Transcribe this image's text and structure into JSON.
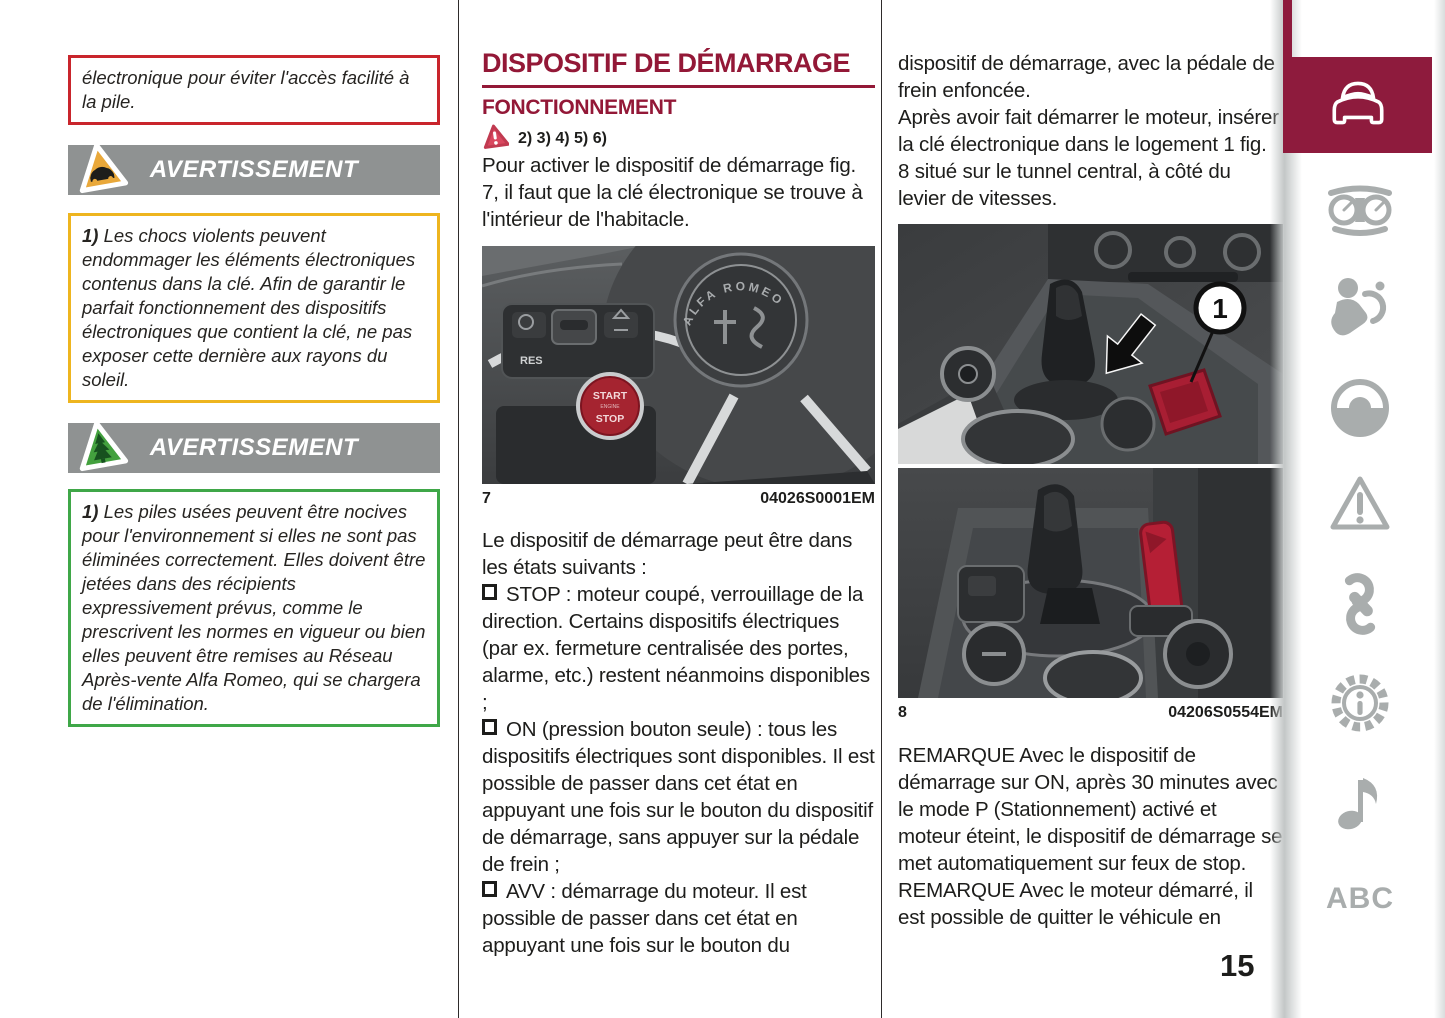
{
  "page": {
    "number": "15"
  },
  "colors": {
    "accent_maroon": "#8e1b3d",
    "heading_maroon": "#931837",
    "banner_gray": "#8f9292",
    "border_red": "#c9252c",
    "border_yellow": "#eeb51f",
    "border_green": "#3fa748",
    "start_button_red": "#a52430",
    "highlight_red": "#b01f35",
    "sidebar_icon_gray": "#a9adad"
  },
  "left_column": {
    "carryover_box": "électronique pour éviter l'accès facilité à la pile.",
    "warning_1": {
      "banner": "AVERTISSEMENT",
      "icon": "car-warning-triangle-icon",
      "ref": "1)",
      "text": "Les chocs violents peuvent endommager les éléments électroniques contenus dans la clé. Afin de garantir le parfait fonctionnement des dispositifs électroniques que contient la clé, ne pas exposer cette dernière aux rayons du soleil."
    },
    "warning_2": {
      "banner": "AVERTISSEMENT",
      "icon": "environment-triangle-icon",
      "ref": "1)",
      "text": "Les piles usées peuvent être nocives pour l'environnement si elles ne sont pas éliminées correctement. Elles doivent être jetées dans des récipients expressivement prévus, comme le prescrivent les normes en vigueur ou bien elles peuvent être remises au Réseau Après-vente Alfa Romeo, qui se chargera de l'élimination."
    }
  },
  "center_column": {
    "title": "DISPOSITIF DE DÉMARRAGE",
    "subtitle": "FONCTIONNEMENT",
    "warning_refs": "2) 3) 4) 5) 6)",
    "para_intro": "Pour activer le dispositif de démarrage fig. 7, il faut que la clé électronique se trouve à l'intérieur de l'habitacle.",
    "figure_7": {
      "number": "7",
      "code": "04026S0001EM",
      "badge_text": "ALFA ROMEO",
      "res_label": "RES",
      "start": "START",
      "engine": "ENGINE",
      "stop": "STOP"
    },
    "para_states": "Le dispositif de démarrage peut être dans les états suivants :",
    "bullets": [
      "STOP : moteur coupé, verrouillage de la direction. Certains dispositifs électriques (par ex. fermeture centralisée des portes, alarme, etc.) restent néanmoins disponibles ;",
      "ON (pression bouton seule) : tous les dispositifs électriques sont disponibles. Il est possible de passer dans cet état en appuyant une fois sur le bouton du dispositif de démarrage, sans appuyer sur la pédale de frein ;",
      "AVV : démarrage du moteur. Il est possible de passer dans cet état en appuyant une fois sur le bouton du"
    ]
  },
  "right_column": {
    "para_continuation": "dispositif de démarrage, avec la pédale de frein enfoncée.",
    "para_after_start": "Après avoir fait démarrer le moteur, insérer la clé électronique dans le logement 1 fig. 8 situé sur le tunnel central, à côté du levier de vitesses.",
    "figure_8": {
      "number": "8",
      "code": "04206S0554EM",
      "callout_1": "1"
    },
    "remark_1": "REMARQUE Avec le dispositif de démarrage sur ON, après 30 minutes avec le mode P (Stationnement) activé et moteur éteint, le dispositif de démarrage se met automatiquement sur feux de stop.",
    "remark_2": "REMARQUE Avec le moteur démarré, il est possible de quitter le véhicule en"
  },
  "sidebar": {
    "active_tab_icon": "car-icon",
    "icons": [
      "instrument-cluster-icon",
      "airbag-icon",
      "steering-wheel-icon",
      "warning-triangle-icon",
      "wrench-icon",
      "technical-info-gear-icon",
      "music-note-icon"
    ],
    "index_label": "ABC"
  }
}
